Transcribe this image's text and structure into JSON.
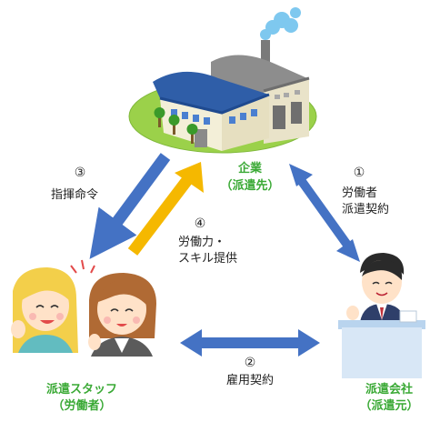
{
  "nodes": {
    "company": {
      "name": "企業",
      "sub": "（派遣先）"
    },
    "agency": {
      "name": "派遣会社",
      "sub": "（派遣元）"
    },
    "staff": {
      "name": "派遣スタッフ",
      "sub": "（労働者）"
    }
  },
  "relations": {
    "command": {
      "num": "③",
      "label": "指揮命令"
    },
    "dispatch_contract": {
      "num": "①",
      "line1": "労働者",
      "line2": "派遣契約"
    },
    "labor_supply": {
      "num": "④",
      "line1": "労働力・",
      "line2": "スキル提供"
    },
    "employment_contract": {
      "num": "②",
      "label": "雇用契約"
    }
  },
  "colors": {
    "blue_arrow": "#4472c4",
    "yellow_arrow": "#f5b800",
    "label_green": "#3aa935",
    "lawn": "#9bd14a"
  },
  "illustrations": [
    "factory-building",
    "two-staff-women",
    "agency-clerk-at-desk"
  ]
}
